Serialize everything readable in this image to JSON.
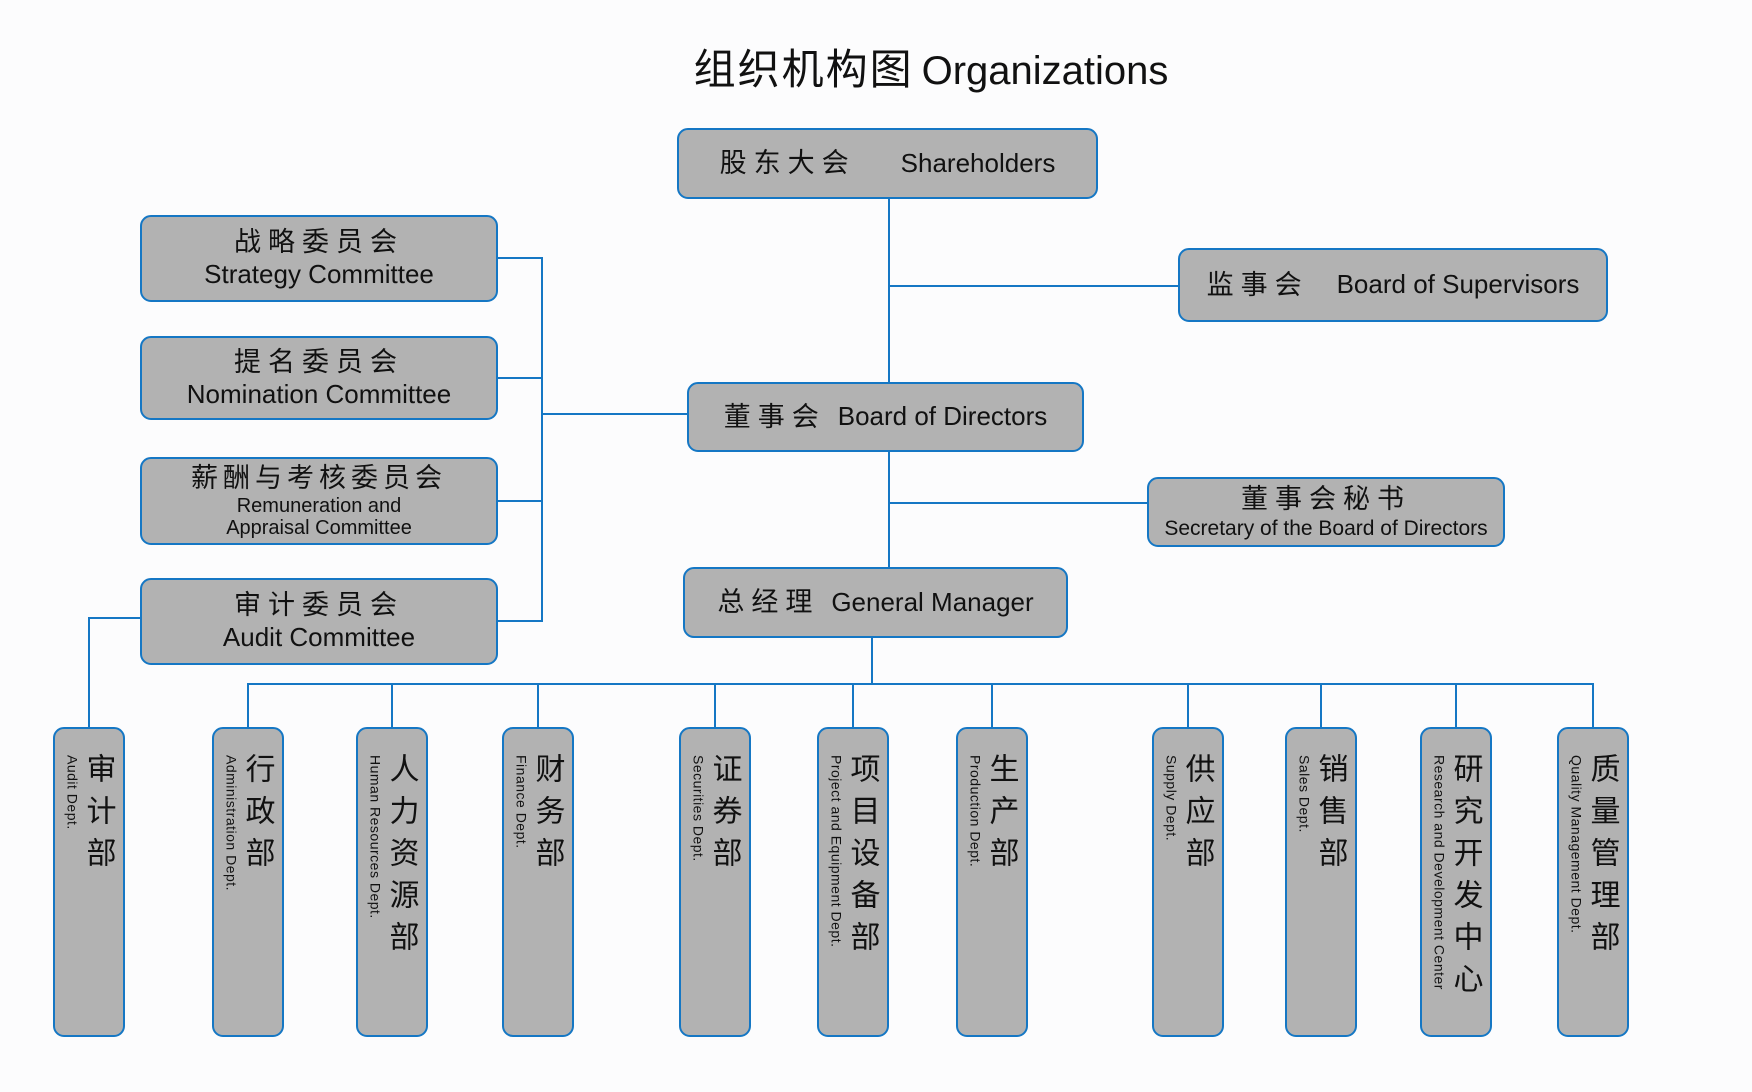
{
  "title": {
    "zh": "组织机构图",
    "en": "Organizations"
  },
  "colors": {
    "box_fill": "#b2b2b2",
    "box_border": "#1577c4",
    "connector": "#1577c4",
    "text": "#111111",
    "background": "#fcfcfd"
  },
  "nodes": {
    "shareholders": {
      "zh": "股东大会",
      "en": "Shareholders"
    },
    "strategy": {
      "zh": "战略委员会",
      "en": "Strategy Committee"
    },
    "nomination": {
      "zh": "提名委员会",
      "en": "Nomination Committee"
    },
    "remuneration": {
      "zh": "薪酬与考核委员会",
      "en_line1": "Remuneration and",
      "en_line2": "Appraisal Committee"
    },
    "audit_committee": {
      "zh": "审计委员会",
      "en": "Audit Committee"
    },
    "supervisors": {
      "zh": "监事会",
      "en": "Board of Supervisors"
    },
    "board_of_directors": {
      "zh": "董事会",
      "en": "Board of Directors"
    },
    "secretary": {
      "zh": "董事会秘书",
      "en": "Secretary of the Board of Directors"
    },
    "general_manager": {
      "zh": "总经理",
      "en": "General Manager"
    }
  },
  "departments": [
    {
      "zh": "审计部",
      "en": "Audit Dept."
    },
    {
      "zh": "行政部",
      "en": "Administration Dept."
    },
    {
      "zh": "人力资源部",
      "en": "Human Resources Dept."
    },
    {
      "zh": "财务部",
      "en": "Finance Dept."
    },
    {
      "zh": "证券部",
      "en": "Securities Dept."
    },
    {
      "zh": "项目设备部",
      "en": "Project and Equipment Dept."
    },
    {
      "zh": "生产部",
      "en": "Production Dept."
    },
    {
      "zh": "供应部",
      "en": "Supply Dept."
    },
    {
      "zh": "销售部",
      "en": "Sales Dept."
    },
    {
      "zh": "研究开发中心",
      "en": "Research and Development Center"
    },
    {
      "zh": "质量管理部",
      "en": "Quality Management Dept."
    }
  ]
}
